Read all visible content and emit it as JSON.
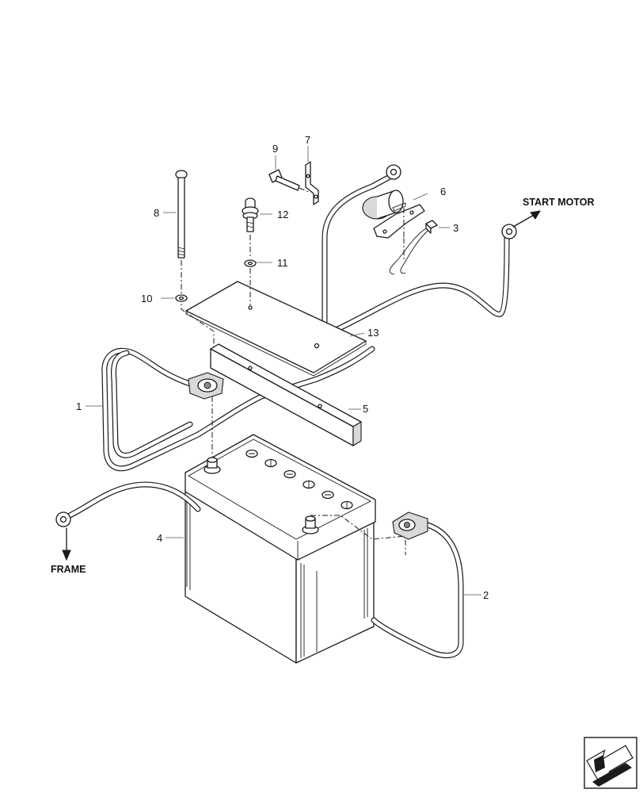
{
  "callouts": {
    "c1": "1",
    "c2": "2",
    "c3": "3",
    "c4": "4",
    "c5": "5",
    "c6": "6",
    "c7": "7",
    "c8": "8",
    "c9": "9",
    "c10": "10",
    "c11": "11",
    "c12": "12",
    "c13": "13"
  },
  "labels": {
    "start_motor": "START MOTOR",
    "frame": "FRAME"
  },
  "icons": {
    "nav": "page-navigation-arrow-icon"
  }
}
